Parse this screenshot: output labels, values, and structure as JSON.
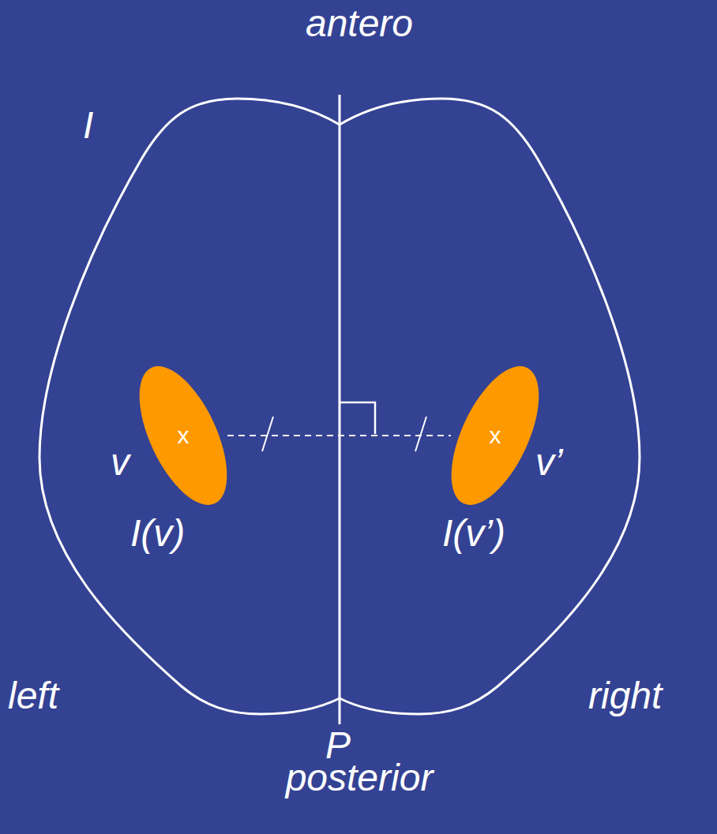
{
  "diagram": {
    "nodes": [
      {
        "text": [
          "x"
        ]
      },
      {
        "text": [
          "x"
        ]
      }
    ],
    "edges": [
      {
        "from": 0,
        "to": 1,
        "arrow": "none"
      }
    ],
    "labels": [
      "antero",
      "I",
      "v",
      "v’",
      "I(v)",
      "I(v’)",
      "left",
      "right",
      "P",
      "posterior"
    ]
  }
}
